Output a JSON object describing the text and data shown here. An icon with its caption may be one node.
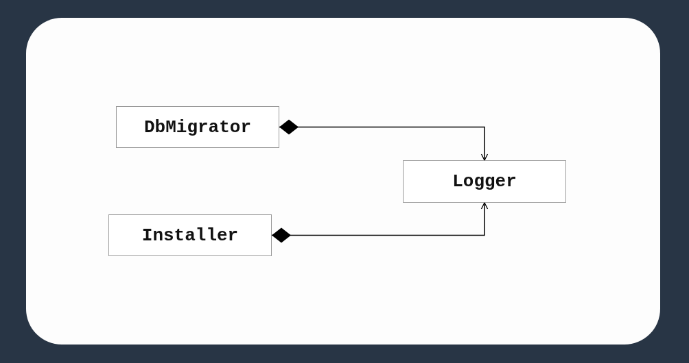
{
  "diagram": {
    "nodes": [
      {
        "text": [
          "DbMigrator"
        ]
      },
      {
        "text": [
          "Logger"
        ]
      },
      {
        "text": [
          "Installer"
        ]
      }
    ],
    "edges": [
      {
        "from": 0,
        "to": 1,
        "arrow": "to"
      },
      {
        "from": 2,
        "to": 1,
        "arrow": "to"
      }
    ]
  }
}
